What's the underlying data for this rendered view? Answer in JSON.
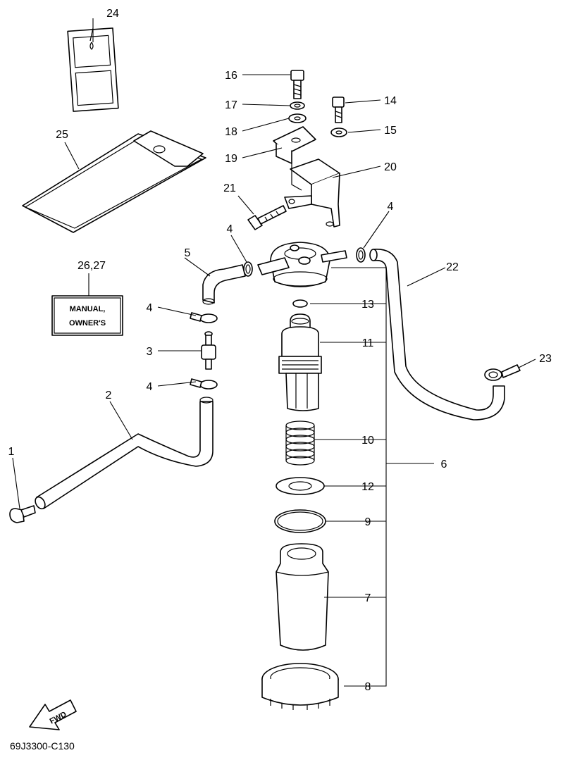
{
  "diagram": {
    "callouts": {
      "c1": "1",
      "c2": "2",
      "c3": "3",
      "c4a": "4",
      "c4b": "4",
      "c4c": "4",
      "c4d": "4",
      "c5": "5",
      "c6": "6",
      "c7": "7",
      "c8": "8",
      "c9": "9",
      "c10": "10",
      "c11": "11",
      "c12": "12",
      "c13": "13",
      "c14": "14",
      "c15": "15",
      "c16": "16",
      "c17": "17",
      "c18": "18",
      "c19": "19",
      "c20": "20",
      "c21": "21",
      "c22": "22",
      "c23": "23",
      "c24": "24",
      "c25": "25",
      "c2627": "26,27"
    },
    "manual_box": {
      "line1": "MANUAL,",
      "line2": "OWNER'S"
    },
    "fwd_label": "FWD",
    "reference_code": "69J3300-C130"
  }
}
